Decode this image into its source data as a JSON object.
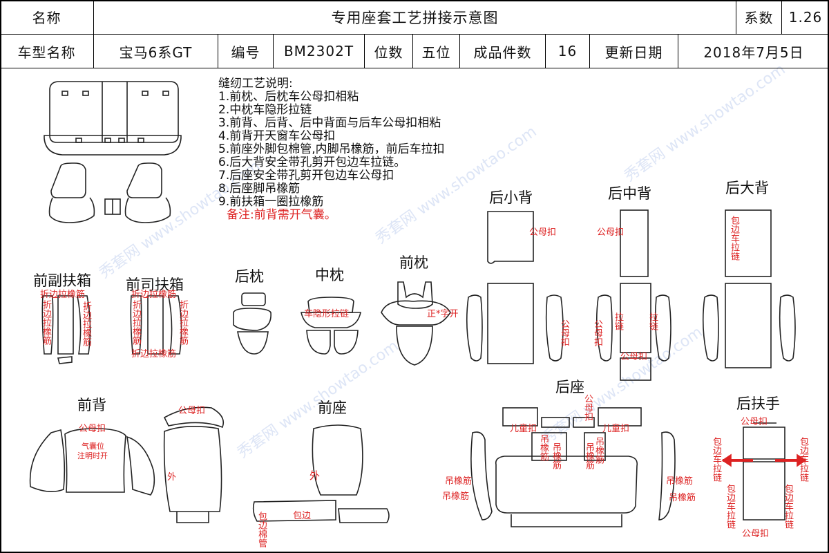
{
  "header": {
    "name_label": "名称",
    "title": "专用座套工艺拼接示意图",
    "coef_label": "系数",
    "coef_value": "1.26",
    "model_label": "车型名称",
    "model_value": "宝马6系GT",
    "code_label": "编号",
    "code_value": "BM2302T",
    "seats_label": "位数",
    "seats_value": "五位",
    "pieces_label": "成品件数",
    "pieces_value": "16",
    "date_label": "更新日期",
    "date_value": "2018年7月5日"
  },
  "notes": {
    "heading": "缝纫工艺说明:",
    "items": [
      "1.前枕、后枕车公母扣相粘",
      "2.中枕车隐形拉链",
      "3.前背、后背、后中背面与后车公母扣相粘",
      "4.前背开天窗车公母扣",
      "5.前座外脚包棉管,内脚吊橡筋，前后车拉扣",
      "6.后大背安全带孔剪开包边车拉链。",
      "7.后座安全带孔剪开包边车公母扣",
      "8.后座脚吊橡筋",
      "9.前扶箱一圈拉橡筋"
    ],
    "remark": "备注:前背需开气囊。"
  },
  "sections": {
    "rear_small_back": "后小背",
    "rear_center_back": "后中背",
    "rear_big_back": "后大背",
    "front_passenger_armrest": "前副扶箱",
    "front_driver_armrest": "前司扶箱",
    "rear_headrest": "后枕",
    "center_headrest": "中枕",
    "front_headrest": "前枕",
    "front_back": "前背",
    "front_seat": "前座",
    "rear_seat": "后座",
    "rear_armrest": "后扶手"
  },
  "annotations": {
    "snap": "公母扣",
    "fold_elastic": "折边拉橡筋",
    "fold_elastic_v": "折边拉橡筋",
    "car_hidden_zipper": "车隐形拉链",
    "slit_open": "正*字开",
    "edge_zipper_v": "包边车拉链",
    "snap_v": "公母扣",
    "zipper_v": "拉链",
    "airbag_note_1": "气囊位",
    "airbag_note_2": "注明时开",
    "outer": "外",
    "child_buckle": "儿童扣",
    "hang_elastic": "吊橡筋",
    "hang_elastic_v": "吊橡筋",
    "edge_cotton_v": "包边棉管",
    "edge": "包边"
  },
  "watermark": "秀套网 www.showtao.com"
}
